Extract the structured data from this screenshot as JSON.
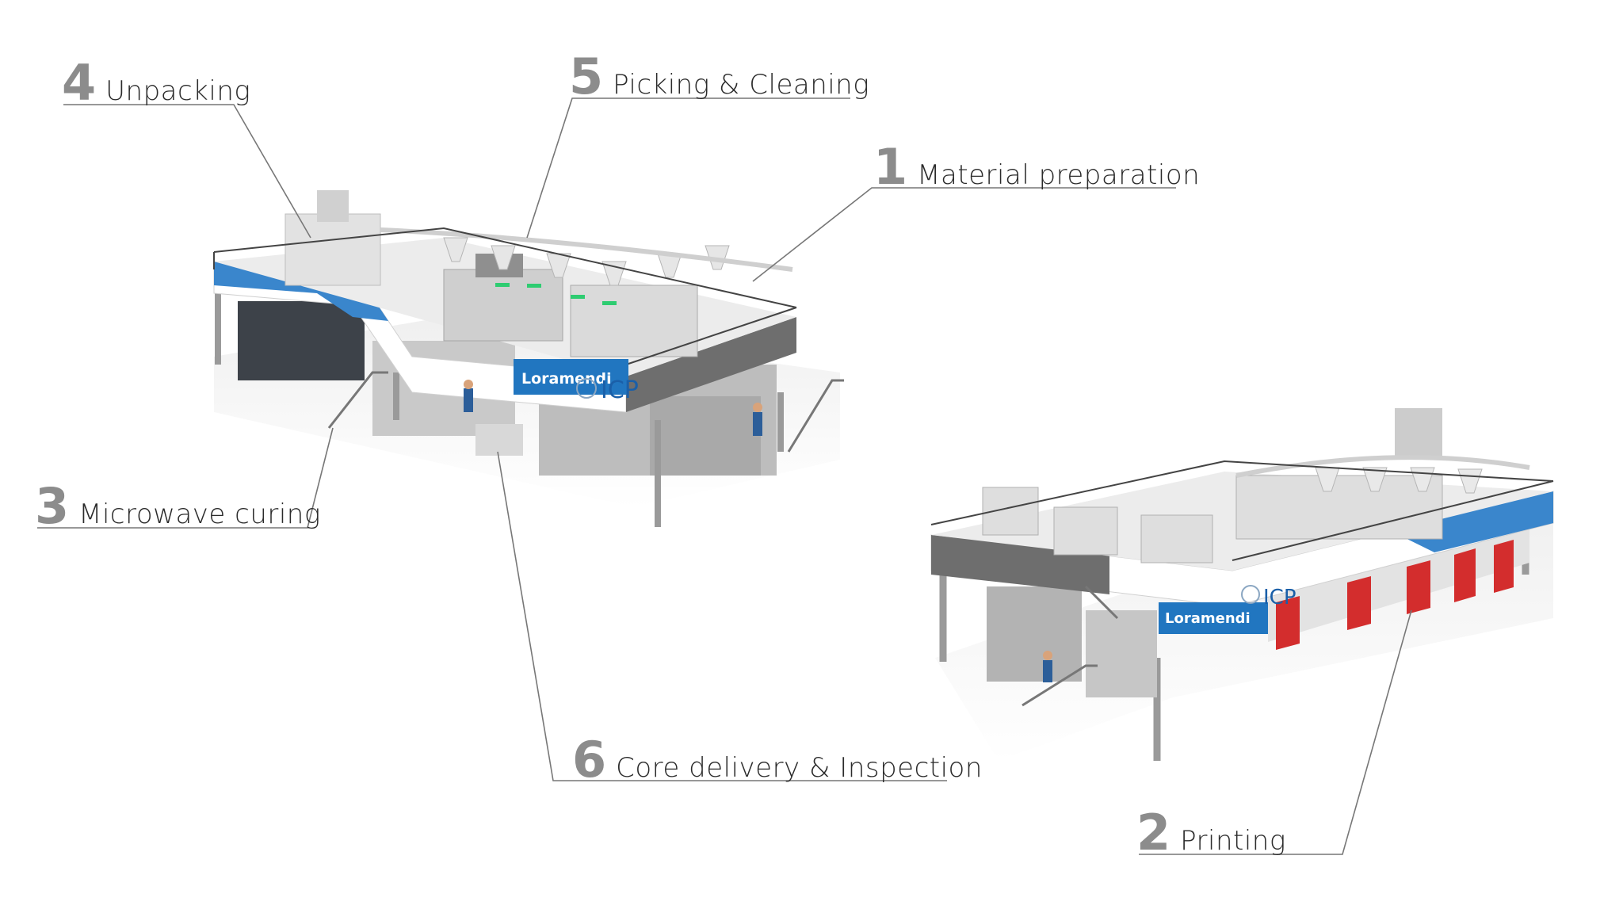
{
  "steps": [
    {
      "number": "4",
      "text": "Unpacking"
    },
    {
      "number": "5",
      "text": "Picking & Cleaning"
    },
    {
      "number": "1",
      "text": "Material preparation"
    },
    {
      "number": "3",
      "text": "Microwave curing"
    },
    {
      "number": "6",
      "text": "Core delivery & Inspection"
    },
    {
      "number": "2",
      "text": "Printing"
    }
  ],
  "machine_a": {
    "brand": "Loramendi",
    "logo": "ICP"
  },
  "machine_b": {
    "brand": "Loramendi",
    "logo": "ICP"
  },
  "colors": {
    "accent_blue": "#3a86cc",
    "number_gray": "#8c8c8c",
    "platform_gray": "#6e6e6e",
    "door_red": "#d32d2d"
  }
}
